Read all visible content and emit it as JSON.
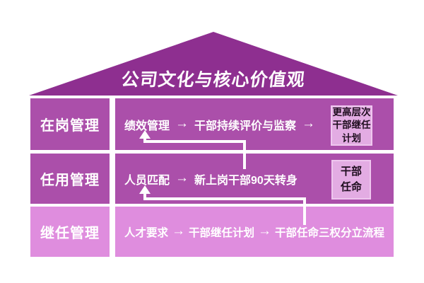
{
  "diagram": {
    "title": "公司文化与核心价值观",
    "rows": [
      {
        "label": "在岗管理",
        "steps": [
          "绩效管理",
          "干部持续评价与监察"
        ],
        "trailing_arrow": "→",
        "side_box": "更高层次\n干部继任\n计划"
      },
      {
        "label": "任用管理",
        "steps": [
          "人员匹配",
          "新上岗干部90天转身"
        ],
        "side_box": "干部\n任命"
      },
      {
        "label": "继任管理",
        "steps": [
          "人才要求",
          "干部继任计划",
          "干部任命三权分立流程"
        ]
      }
    ],
    "connectors": [
      {
        "from": "新上岗干部90天转身",
        "to": "绩效管理"
      },
      {
        "from": "干部任命三权分立流程",
        "to": "人员匹配"
      }
    ]
  },
  "glyphs": {
    "flow_arrow": "→"
  },
  "colors": {
    "page_bg": "#ffffff",
    "roof": "#8e2f90",
    "row_purple": "#ab4faa",
    "row_pink": "#df8dde",
    "callout_bg": "#e3ace3",
    "callout_border": "#efc7ef",
    "callout_text": "#1e0d1e",
    "row_text": "#ffffff",
    "title_text": "#ffffff",
    "connector": "#ffffff"
  }
}
